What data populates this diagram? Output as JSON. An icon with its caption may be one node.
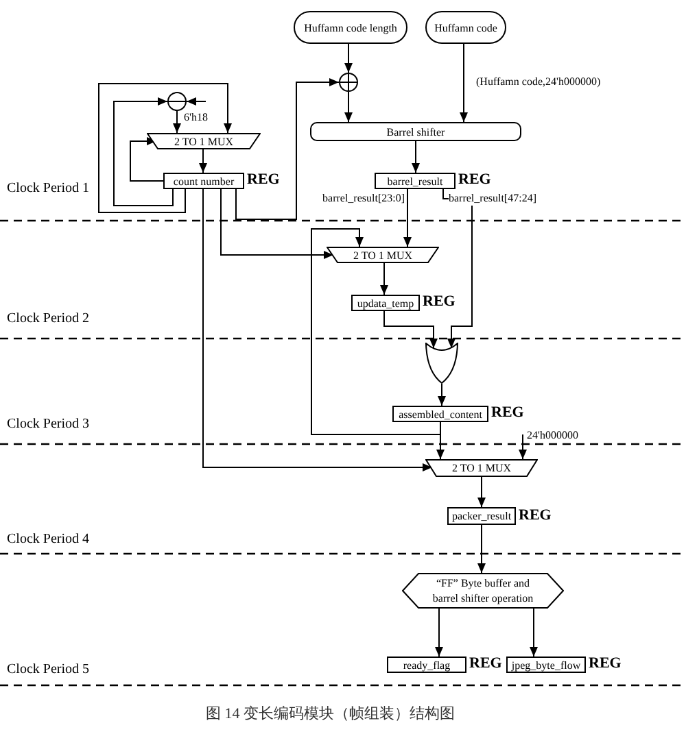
{
  "diagram": {
    "caption": "图 14 变长编码模块（帧组装）结构图",
    "nodes": [
      {
        "text": [
          "Huffamn code length"
        ]
      },
      {
        "text": [
          "Huffamn code"
        ]
      },
      {
        "text": [],
        "shape": "circle"
      },
      {
        "text": [],
        "shape": "circle"
      },
      {
        "text": [
          "2 TO 1 MUX"
        ]
      },
      {
        "text": [
          "count number"
        ],
        "beside": [
          "REG"
        ]
      },
      {
        "text": [
          "Barrel shifter"
        ]
      },
      {
        "text": [
          "barrel_result"
        ],
        "beside": [
          "REG"
        ]
      },
      {
        "text": [
          "2 TO 1 MUX"
        ]
      },
      {
        "text": [
          "updata_temp"
        ],
        "beside": [
          "REG"
        ]
      },
      {
        "text": [],
        "shape": "gate"
      },
      {
        "text": [
          "assembled_content"
        ],
        "beside": [
          "REG"
        ]
      },
      {
        "text": [
          "2 TO 1 MUX"
        ]
      },
      {
        "text": [
          "packer_result"
        ],
        "beside": [
          "REG"
        ]
      },
      {
        "text": [
          "“FF” Byte buffer and barrel shifter operation"
        ]
      },
      {
        "text": [
          "ready_flag"
        ],
        "beside": [
          "REG"
        ]
      },
      {
        "text": [
          "jpeg_byte_flow"
        ],
        "beside": [
          "REG"
        ]
      }
    ],
    "edges": [
      {
        "from": 0,
        "to": 2,
        "arrow": "to"
      },
      {
        "from": 2,
        "to": 6,
        "arrow": "to"
      },
      {
        "from": 1,
        "to": 6,
        "arrow": "to",
        "label": "(Huffamn code,24'h000000)"
      },
      {
        "from": 5,
        "to": 2,
        "arrow": "to"
      },
      {
        "from": null,
        "to": 3,
        "arrow": "to",
        "label": "6'h18"
      },
      {
        "from": 5,
        "to": 3,
        "arrow": "to"
      },
      {
        "from": 3,
        "to": 4,
        "arrow": "to"
      },
      {
        "from": 5,
        "to": 4,
        "arrow": "to"
      },
      {
        "from": 5,
        "to": 4,
        "arrow": "to"
      },
      {
        "from": 4,
        "to": 5,
        "arrow": "to"
      },
      {
        "from": 6,
        "to": 7,
        "arrow": "to"
      },
      {
        "from": 7,
        "to": 8,
        "arrow": "to",
        "label": "barrel_result[23:0]"
      },
      {
        "from": 7,
        "to": 10,
        "arrow": "to",
        "label": "barrel_result[47:24]"
      },
      {
        "from": 5,
        "to": 8,
        "arrow": "to"
      },
      {
        "from": 5,
        "to": 12,
        "arrow": "to"
      },
      {
        "from": 8,
        "to": 9,
        "arrow": "to"
      },
      {
        "from": 9,
        "to": 10,
        "arrow": "to"
      },
      {
        "from": 11,
        "to": 8,
        "arrow": "to"
      },
      {
        "from": 10,
        "to": 11,
        "arrow": "to"
      },
      {
        "from": 11,
        "to": 12,
        "arrow": "to"
      },
      {
        "from": null,
        "to": 12,
        "arrow": "to",
        "label": "24'h000000"
      },
      {
        "from": 12,
        "to": 13,
        "arrow": "to"
      },
      {
        "from": 13,
        "to": 14,
        "arrow": "to"
      },
      {
        "from": 14,
        "to": 15,
        "arrow": "to"
      },
      {
        "from": 14,
        "to": 16,
        "arrow": "to"
      }
    ],
    "labels": [
      "Clock Period 1",
      "Clock Period 2",
      "Clock Period 3",
      "Clock Period 4",
      "Clock Period 5"
    ]
  }
}
